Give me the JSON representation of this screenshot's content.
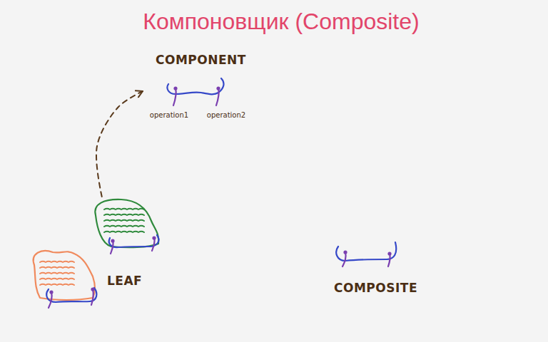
{
  "diagram": {
    "title": "Компоновщик (Composite)",
    "nodes": [
      {
        "text": [
          "COMPONENT",
          "operation1",
          "operation2"
        ]
      },
      {
        "text": [
          "LEAF"
        ]
      },
      {
        "text": [
          "COMPOSITE"
        ]
      }
    ],
    "edges": [
      {
        "from": 1,
        "to": 0,
        "arrow": "to"
      }
    ]
  }
}
